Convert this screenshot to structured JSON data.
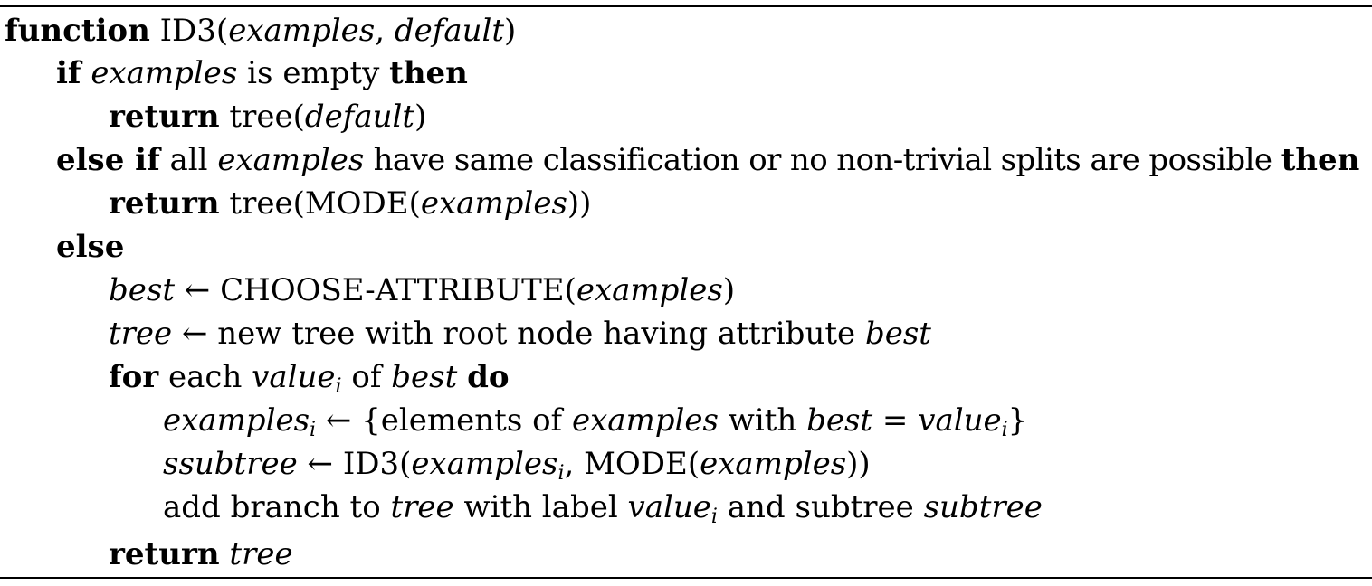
{
  "algorithm": {
    "l1": {
      "kw_function": "function",
      "name": "ID3(",
      "arg1": "examples",
      "comma": ", ",
      "arg2": "default",
      "close": ")"
    },
    "l2": {
      "kw_if": "if",
      "var": "examples",
      "text": " is empty ",
      "kw_then": "then"
    },
    "l3": {
      "kw_return": "return",
      "text1": " tree(",
      "var": "default",
      "text2": ")"
    },
    "l4": {
      "kw_else_if": "else if",
      "text1": " all ",
      "var": "examples",
      "text2": " have same classification or no non-trivial splits are possible ",
      "kw_then": "then"
    },
    "l5": {
      "kw_return": "return",
      "text1": " tree(MODE(",
      "var": "examples",
      "text2": "))"
    },
    "l6": {
      "kw_else": "else"
    },
    "l7": {
      "var": "best",
      "text1": " ← CHOOSE-ATTRIBUTE(",
      "arg": "examples",
      "text2": ")"
    },
    "l8": {
      "var": "tree",
      "text1": " ← new tree with root node having attribute ",
      "var2": "best"
    },
    "l9": {
      "kw_for": "for",
      "text1": " each ",
      "var": "value",
      "sub": "i",
      "text2": " of ",
      "var2": "best",
      "kw_do": "do"
    },
    "l10": {
      "var": "examples",
      "sub": "i",
      "text1": " ← {elements of ",
      "var2": "examples",
      "text2": " with ",
      "var3": "best",
      "text3": " = ",
      "var4": "value",
      "sub2": "i",
      "text4": "}"
    },
    "l11": {
      "var": "ssubtree",
      "text1": " ← ID3(",
      "var2": "examples",
      "sub": "i",
      "text2": ", MODE(",
      "var3": "examples",
      "text3": "))"
    },
    "l12": {
      "text1": "add branch to ",
      "var": "tree",
      "text2": " with label ",
      "var2": "value",
      "sub": "i",
      "text3": " and subtree ",
      "var3": "subtree"
    },
    "l13": {
      "kw_return": "return",
      "var": "tree"
    }
  }
}
